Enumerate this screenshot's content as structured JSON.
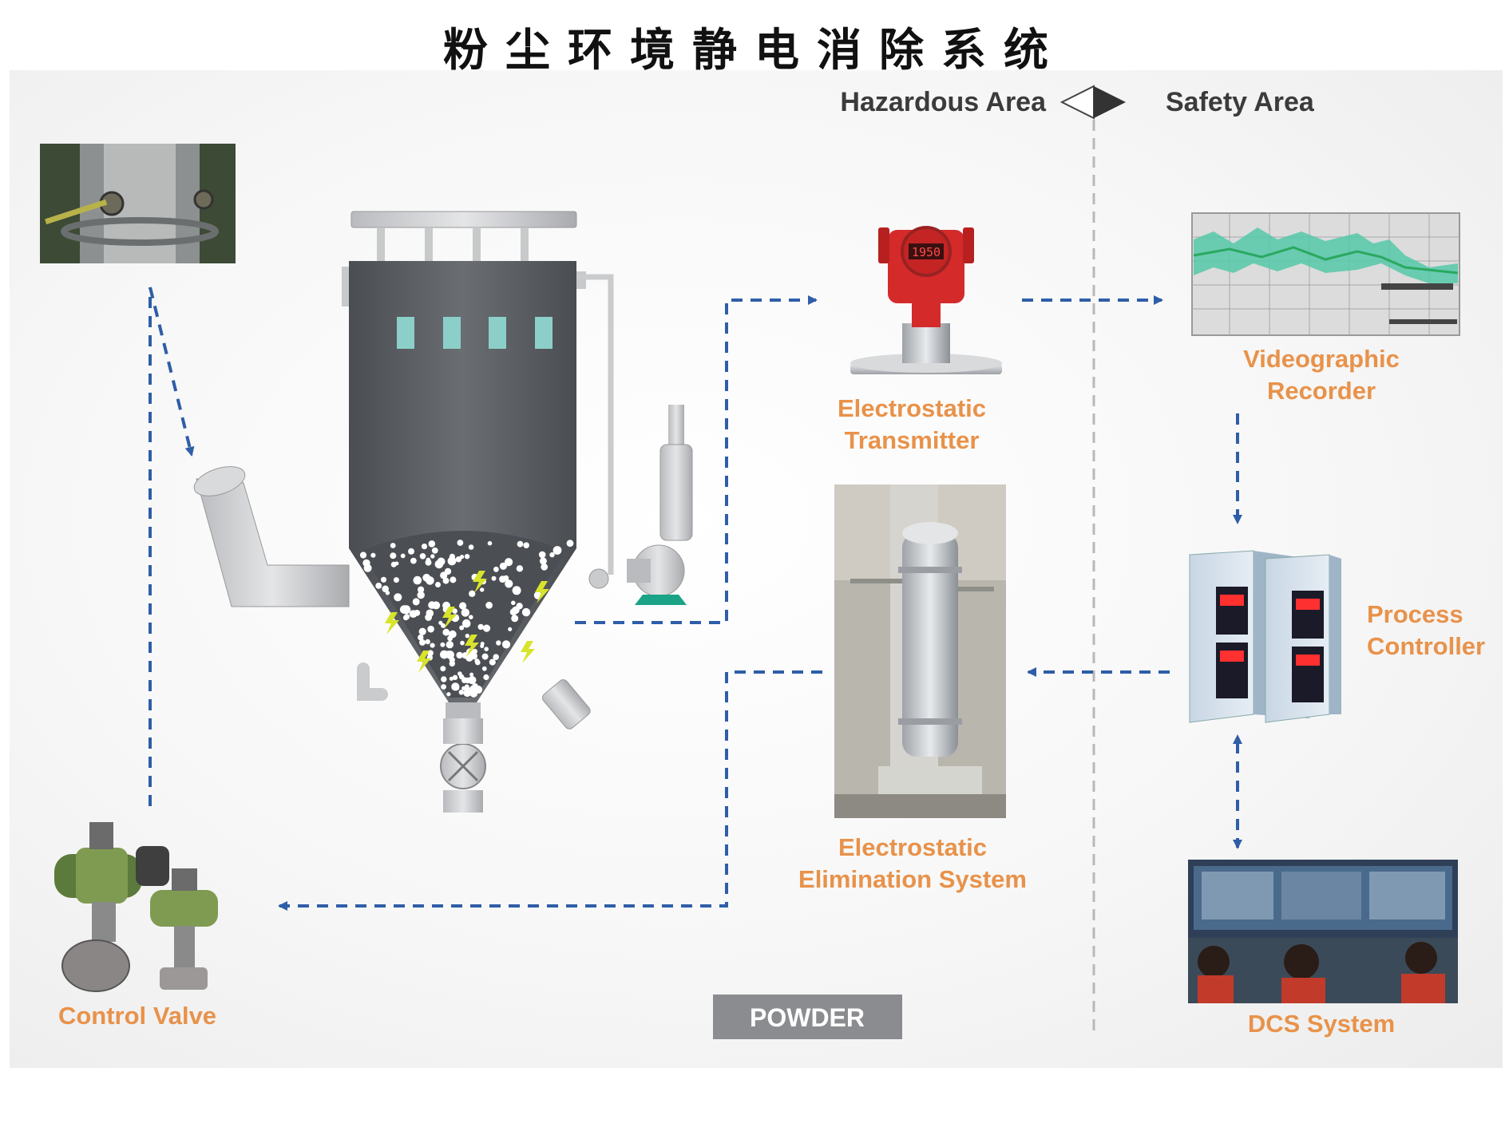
{
  "title": "粉尘环境静电消除系统",
  "areas": {
    "hazardous": "Hazardous Area",
    "safety": "Safety Area"
  },
  "labels": {
    "transmitter": [
      "Electrostatic",
      "Transmitter"
    ],
    "recorder": [
      "Videographic",
      "Recorder"
    ],
    "controller": [
      "Process",
      "Controller"
    ],
    "elimination": [
      "Electrostatic",
      "Elimination System"
    ],
    "valve": "Control Valve",
    "dcs": "DCS System",
    "powder": "POWDER"
  },
  "transmitter_display": "1950",
  "colors": {
    "label": "#e8924a",
    "arrow": "#2f5ea8",
    "area_text": "#3b3b3b",
    "silo": "#5a5d62",
    "powder_badge": "#8a8c90"
  }
}
